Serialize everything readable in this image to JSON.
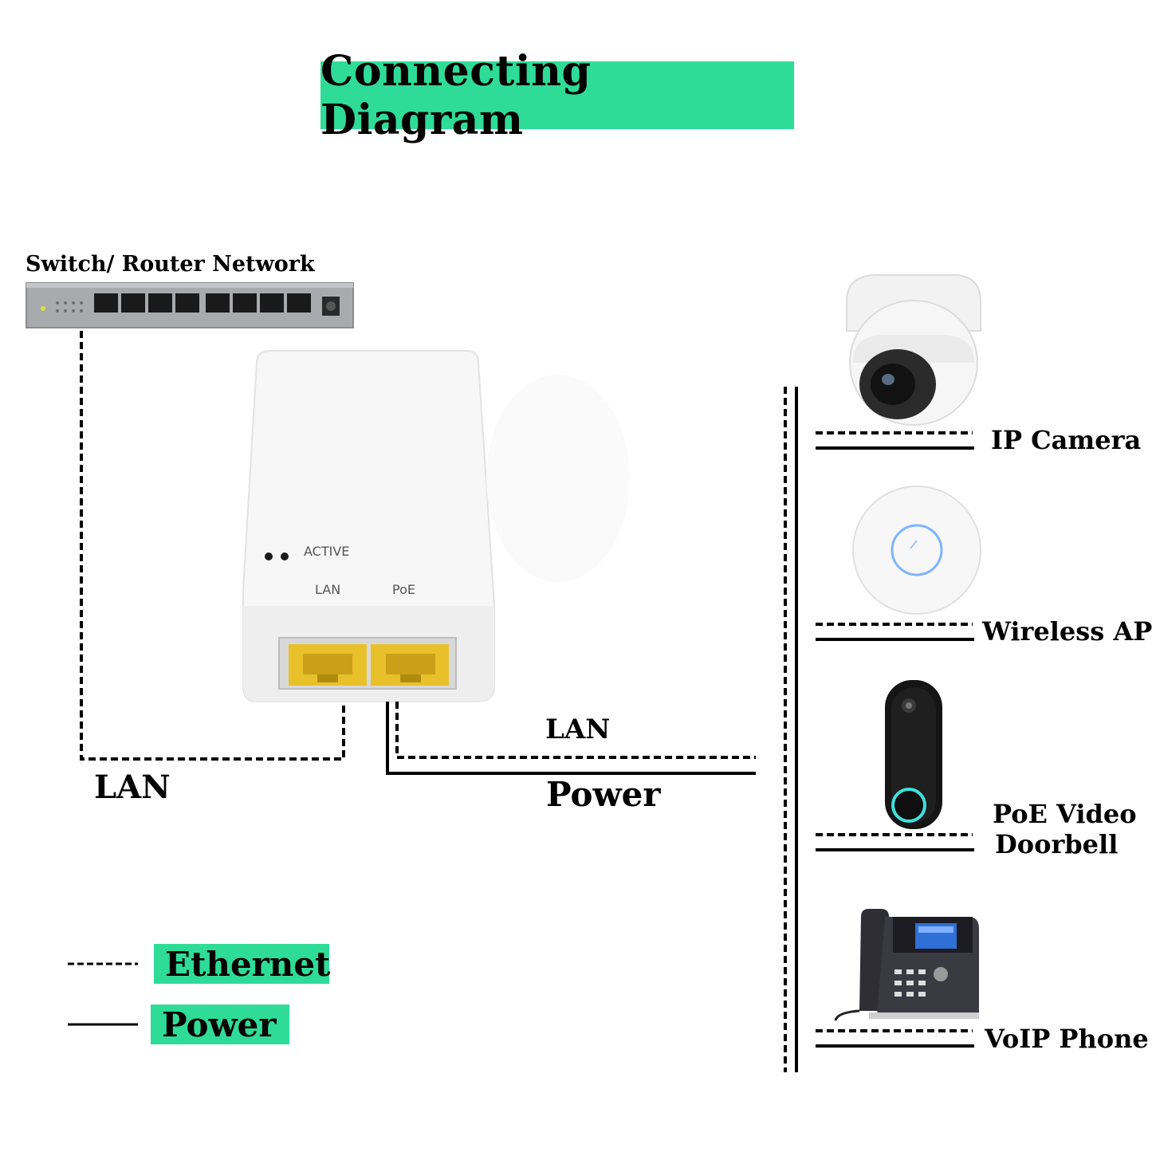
{
  "title": "Connecting Diagram",
  "switch": {
    "label": "Switch/ Router Network"
  },
  "injector": {
    "active_label": "ACTIVE",
    "port_lan_label": "LAN",
    "port_poe_label": "PoE"
  },
  "connections": {
    "input_label": "LAN",
    "output_lan_label": "LAN",
    "output_power_label": "Power"
  },
  "devices": [
    {
      "name": "IP Camera",
      "icon": "ip-camera-icon"
    },
    {
      "name": "Wireless AP",
      "icon": "wireless-ap-icon"
    },
    {
      "name": "PoE Video Doorbell",
      "line1": "PoE Video",
      "line2": "Doorbell",
      "icon": "video-doorbell-icon"
    },
    {
      "name": "VoIP Phone",
      "icon": "voip-phone-icon"
    }
  ],
  "legend": [
    {
      "style": "dashed",
      "label": "Ethernet"
    },
    {
      "style": "solid",
      "label": "Power"
    }
  ],
  "colors": {
    "accent": "#2fdc97",
    "port": "#e8c02a",
    "line": "#000000"
  }
}
